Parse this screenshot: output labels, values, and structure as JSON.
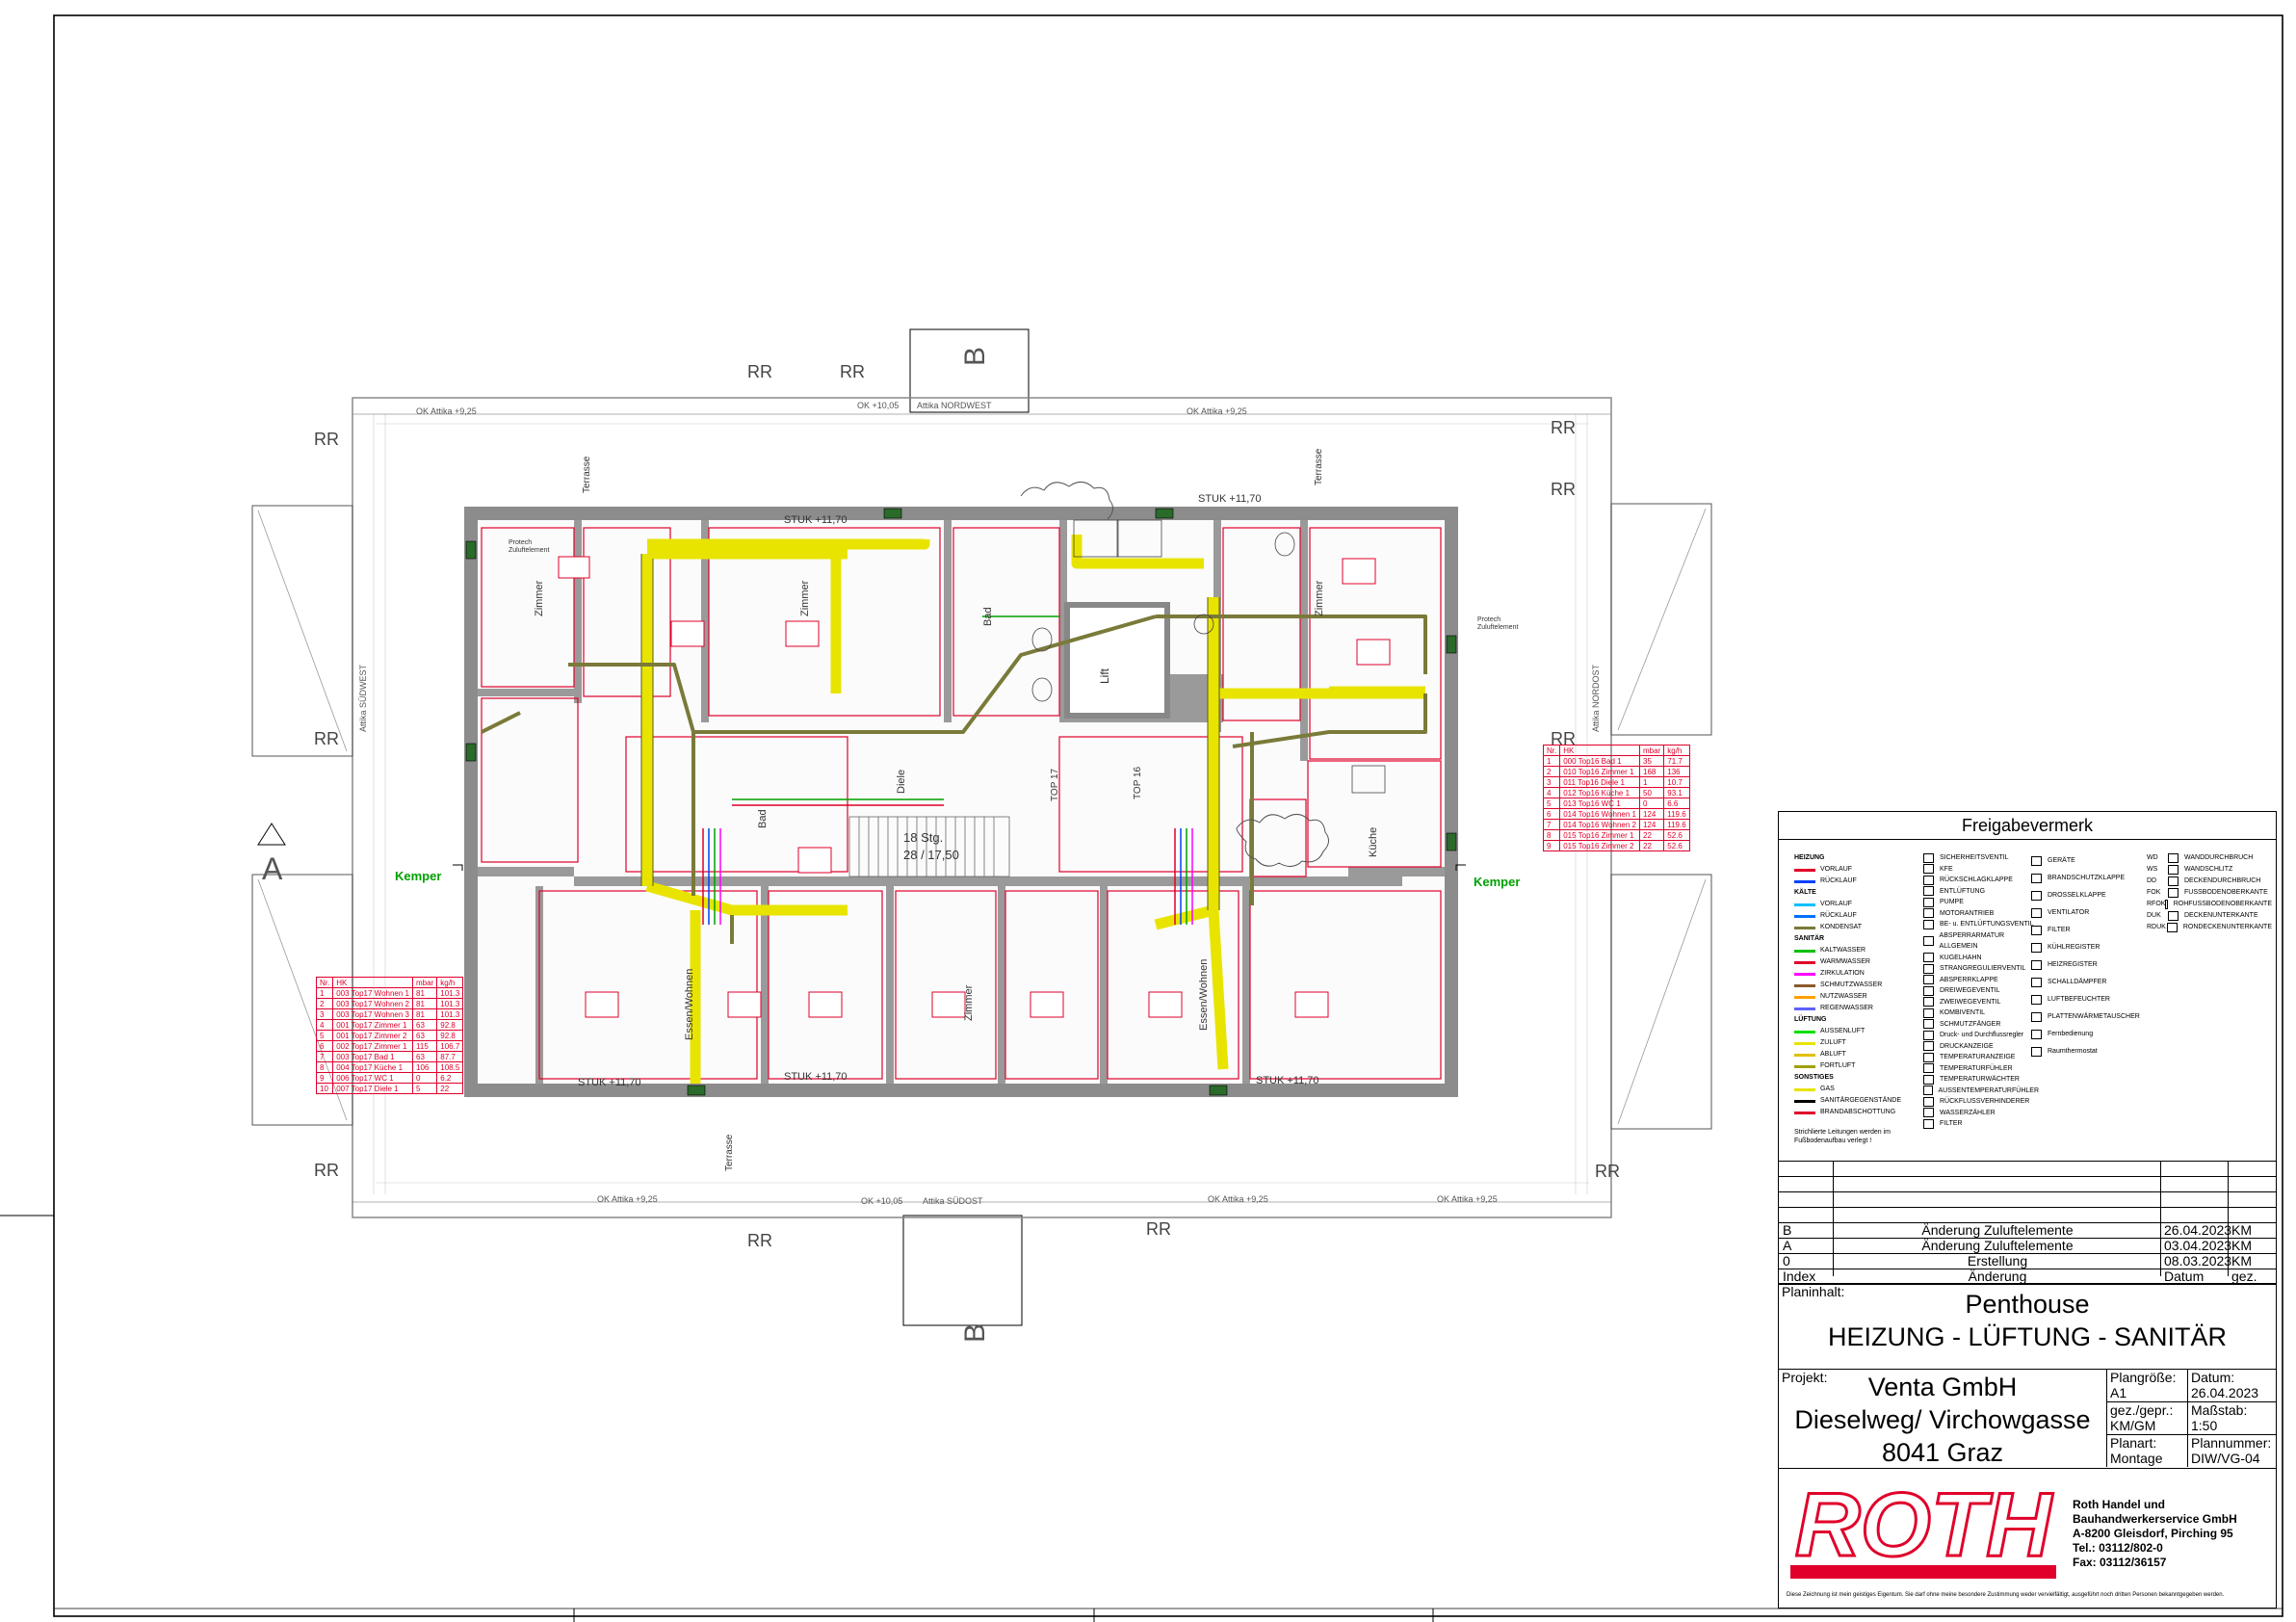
{
  "approval": {
    "title": "Freigabevermerk"
  },
  "legend": {
    "heizung": "HEIZUNG",
    "heizung_items": [
      "VORLAUF",
      "RÜCKLAUF"
    ],
    "kaelte": "KÄLTE",
    "kaelte_items": [
      "VORLAUF",
      "RÜCKLAUF",
      "KONDENSAT"
    ],
    "sanitaer": "SANITÄR",
    "sanitaer_items": [
      "KALTWASSER",
      "WARMWASSER",
      "ZIRKULATION",
      "SCHMUTZWASSER",
      "NUTZWASSER",
      "REGENWASSER"
    ],
    "lueftung": "LÜFTUNG",
    "lueftung_items": [
      "AUSSENLUFT",
      "ZULUFT",
      "ABLUFT",
      "FORTLUFT"
    ],
    "sonstiges": "SONSTIGES",
    "sonstiges_items": [
      "GAS",
      "SANITÄRGEGENSTÄNDE",
      "BRANDABSCHOTTUNG"
    ],
    "note": "Strichlierte Leitungen werden im Fußbodenaufbau verlegt !",
    "symbols_col1": [
      "SICHERHEITSVENTIL",
      "KFE",
      "RÜCKSCHLAGKLAPPE",
      "ENTLÜFTUNG",
      "PUMPE",
      "MOTORANTRIEB",
      "BE- u. ENTLÜFTUNGSVENTIL",
      "ABSPERRARMATUR ALLGEMEIN",
      "KUGELHAHN",
      "STRANGREGULIERVENTIL",
      "ABSPERRKLAPPE",
      "DREIWEGEVENTIL",
      "ZWEIWEGEVENTIL",
      "KOMBIVENTIL",
      "SCHMUTZFÄNGER",
      "Druck- und Durchflussregler",
      "DRUCKANZEIGE",
      "TEMPERATURANZEIGE",
      "TEMPERATURFÜHLER",
      "TEMPERATURWÄCHTER",
      "AUSSENTEMPERATURFÜHLER",
      "RÜCKFLUSSVERHINDERER",
      "WASSERZÄHLER",
      "FILTER"
    ],
    "symbols_col2": [
      "GERÄTE",
      "BRANDSCHUTZKLAPPE",
      "DROSSELKLAPPE",
      "VENTILATOR",
      "FILTER",
      "KÜHLREGISTER",
      "HEIZREGISTER",
      "SCHALLDÄMPFER",
      "LUFTBEFEUCHTER",
      "PLATTENWÄRMETAUSCHER",
      "Fernbedienung",
      "Raumthermostat"
    ],
    "symbols_col3": [
      "WANDDURCHBRUCH",
      "WANDSCHLITZ",
      "DECKENDURCHBRUCH",
      "FUSSBODENOBERKANTE",
      "ROHFUSSBODENOBERKANTE",
      "DECKENUNTERKANTE",
      "RONDECKENUNTERKANTE"
    ],
    "symbols_col3_codes": [
      "WD",
      "WS",
      "DD",
      "FOK",
      "RFOK",
      "DUK",
      "RDUK"
    ]
  },
  "revisions": {
    "rows": [
      {
        "index": "B",
        "change": "Änderung Zuluftelemente",
        "date": "26.04.2023",
        "by": "KM"
      },
      {
        "index": "A",
        "change": "Änderung Zuluftelemente",
        "date": "03.04.2023",
        "by": "KM"
      },
      {
        "index": "0",
        "change": "Erstellung",
        "date": "08.03.2023",
        "by": "KM"
      }
    ],
    "header": {
      "index": "Index",
      "change": "Änderung",
      "date": "Datum",
      "by": "gez."
    }
  },
  "plan": {
    "label": "Planinhalt:",
    "title1": "Penthouse",
    "title2": "HEIZUNG - LÜFTUNG - SANITÄR"
  },
  "project": {
    "label": "Projekt:",
    "line1": "Venta GmbH",
    "line2": "Dieselweg/ Virchowgasse",
    "line3": "8041 Graz",
    "size_label": "Plangröße:",
    "size": "A1",
    "date_label": "Datum:",
    "date": "26.04.2023",
    "drawn_label": "gez./gepr.:",
    "drawn": "KM/GM",
    "scale_label": "Maßstab:",
    "scale": "1:50",
    "type_label": "Planart:",
    "type": "Montage",
    "number_label": "Plannummer:",
    "number": "DIW/VG-04"
  },
  "company": {
    "logo": "ROTH",
    "name1": "Roth Handel und",
    "name2": "Bauhandwerkerservice GmbH",
    "address": "A-8200 Gleisdorf, Pirching 95",
    "tel": "Tel.: 03112/802-0",
    "fax": "Fax: 03112/36157",
    "disclaimer": "Diese Zeichnung ist mein geistiges Eigentum. Sie darf ohne meine besondere Zustimmung weder vervielfältigt, ausgeführt noch dritten Personen bekanntgegeben werden."
  },
  "top17_table": {
    "header": [
      "Nr.",
      "HK",
      "mbar",
      "kg/h"
    ],
    "rows": [
      [
        "1",
        "003 Top17 Wohnen 1",
        "81",
        "101.3"
      ],
      [
        "2",
        "003 Top17 Wohnen 2",
        "81",
        "101.3"
      ],
      [
        "3",
        "003 Top17 Wohnen 3",
        "81",
        "101.3"
      ],
      [
        "4",
        "001 Top17 Zimmer 1",
        "63",
        "92.8"
      ],
      [
        "5",
        "001 Top17 Zimmer 2",
        "63",
        "92.8"
      ],
      [
        "6",
        "002 Top17 Zimmer 1",
        "115",
        "106.7"
      ],
      [
        "7",
        "003 Top17 Bad 1",
        "63",
        "87.7"
      ],
      [
        "8",
        "004 Top17 Küche 1",
        "106",
        "108.5"
      ],
      [
        "9",
        "006 Top17 WC 1",
        "0",
        "6.2"
      ],
      [
        "10",
        "007 Top17 Diele 1",
        "5",
        "22"
      ]
    ]
  },
  "top16_table": {
    "header": [
      "Nr.",
      "HK",
      "mbar",
      "kg/h"
    ],
    "rows": [
      [
        "1",
        "000 Top16 Bad 1",
        "35",
        "71.7"
      ],
      [
        "2",
        "010 Top16 Zimmer 1",
        "168",
        "136"
      ],
      [
        "3",
        "011 Top16 Diele 1",
        "1",
        "10.7"
      ],
      [
        "4",
        "012 Top16 Küche 1",
        "50",
        "93.1"
      ],
      [
        "5",
        "013 Top16 WC 1",
        "0",
        "6.6"
      ],
      [
        "6",
        "014 Top16 Wohnen 1",
        "124",
        "119.6"
      ],
      [
        "7",
        "014 Top16 Wohnen 2",
        "124",
        "119.6"
      ],
      [
        "8",
        "015 Top16 Zimmer 1",
        "22",
        "52.6"
      ],
      [
        "9",
        "015 Top16 Zimmer 2",
        "22",
        "52.6"
      ]
    ]
  },
  "plan_labels": {
    "rr": "RR",
    "section_a": "A",
    "section_b": "B",
    "attika_nw": "Attika NORDWEST",
    "attika_so": "Attika SÜDOST",
    "attika_sw": "Attika SÜDWEST",
    "attika_no": "Attika NORDOST",
    "ok_1005": "OK +10,05",
    "ok_attika": "OK Attika +9,25",
    "stuk": "STUK +11,70",
    "terrasse": "Terrasse",
    "stiege": "18 Stg.",
    "stiege_dim": "28 / 17,50",
    "lift": "Lift",
    "diele": "Diele",
    "zimmer": "Zimmer",
    "bad": "Bad",
    "kueche": "Küche",
    "essen_wohnen": "Essen/Wohnen",
    "kemper": "Kemper",
    "protech": "Protech",
    "zuluftelement": "Zuluftelement",
    "top16": "TOP 16",
    "top17": "TOP 17"
  }
}
